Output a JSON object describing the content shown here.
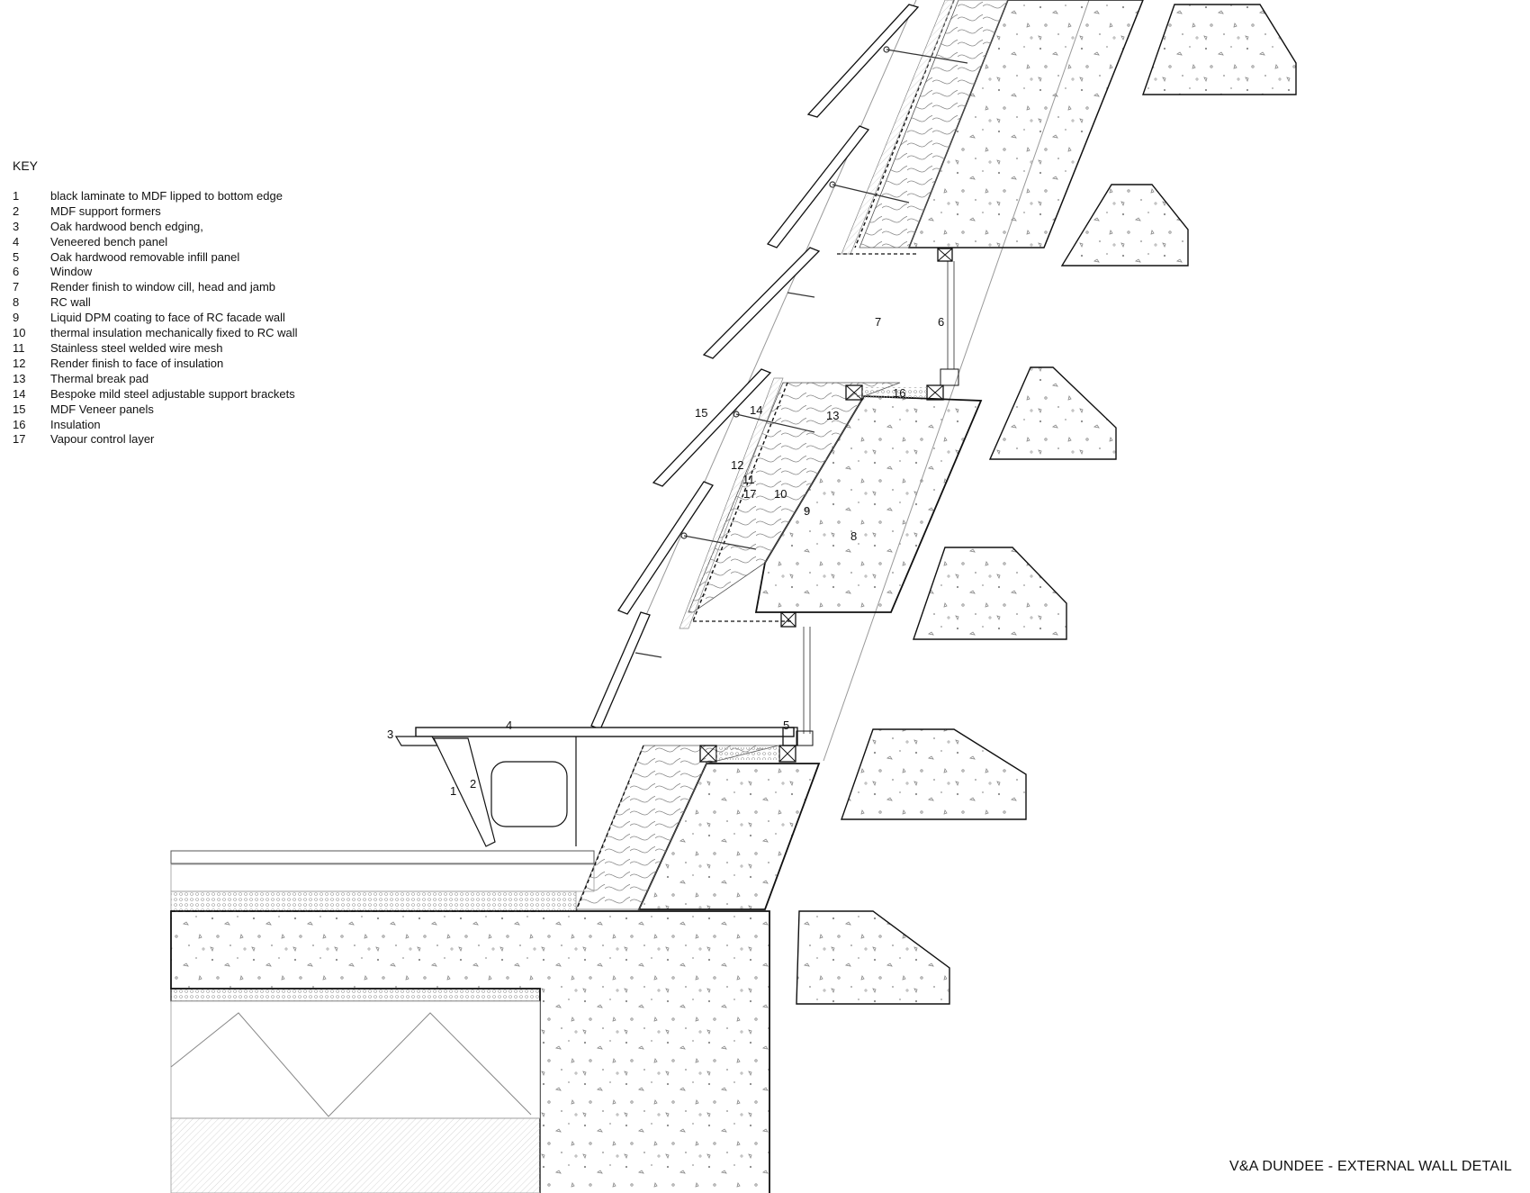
{
  "key": {
    "title": "KEY",
    "items": [
      {
        "num": "1",
        "text": "black laminate to MDF lipped to bottom edge"
      },
      {
        "num": "2",
        "text": "MDF support formers"
      },
      {
        "num": "3",
        "text": "Oak hardwood bench edging,"
      },
      {
        "num": "4",
        "text": "Veneered bench panel"
      },
      {
        "num": "5",
        "text": "Oak hardwood removable infill panel"
      },
      {
        "num": "6",
        "text": "Window"
      },
      {
        "num": "7",
        "text": "Render finish to window cill, head and jamb"
      },
      {
        "num": "8",
        "text": "RC wall"
      },
      {
        "num": "9",
        "text": "Liquid DPM coating to face of RC facade wall"
      },
      {
        "num": "10",
        "text": "thermal insulation mechanically fixed to RC wall"
      },
      {
        "num": "11",
        "text": "Stainless steel welded wire mesh"
      },
      {
        "num": "12",
        "text": "Render finish to face of insulation"
      },
      {
        "num": "13",
        "text": "Thermal break pad"
      },
      {
        "num": "14",
        "text": "Bespoke mild steel adjustable support brackets"
      },
      {
        "num": "15",
        "text": "MDF Veneer panels"
      },
      {
        "num": "16",
        "text": "Insulation"
      },
      {
        "num": "17",
        "text": "Vapour control layer"
      }
    ]
  },
  "callouts": [
    {
      "id": "c1",
      "text": "1"
    },
    {
      "id": "c2",
      "text": "2"
    },
    {
      "id": "c3",
      "text": "3"
    },
    {
      "id": "c4",
      "text": "4"
    },
    {
      "id": "c5",
      "text": "5"
    },
    {
      "id": "c6",
      "text": "6"
    },
    {
      "id": "c7",
      "text": "7"
    },
    {
      "id": "c8",
      "text": "8"
    },
    {
      "id": "c9",
      "text": "9"
    },
    {
      "id": "c10",
      "text": "10"
    },
    {
      "id": "c11",
      "text": "11"
    },
    {
      "id": "c12",
      "text": "12"
    },
    {
      "id": "c13",
      "text": "13"
    },
    {
      "id": "c14",
      "text": "14"
    },
    {
      "id": "c15",
      "text": "15"
    },
    {
      "id": "c16",
      "text": "16"
    },
    {
      "id": "c17",
      "text": "17"
    }
  ],
  "caption": "V&A DUNDEE - EXTERNAL WALL DETAIL"
}
